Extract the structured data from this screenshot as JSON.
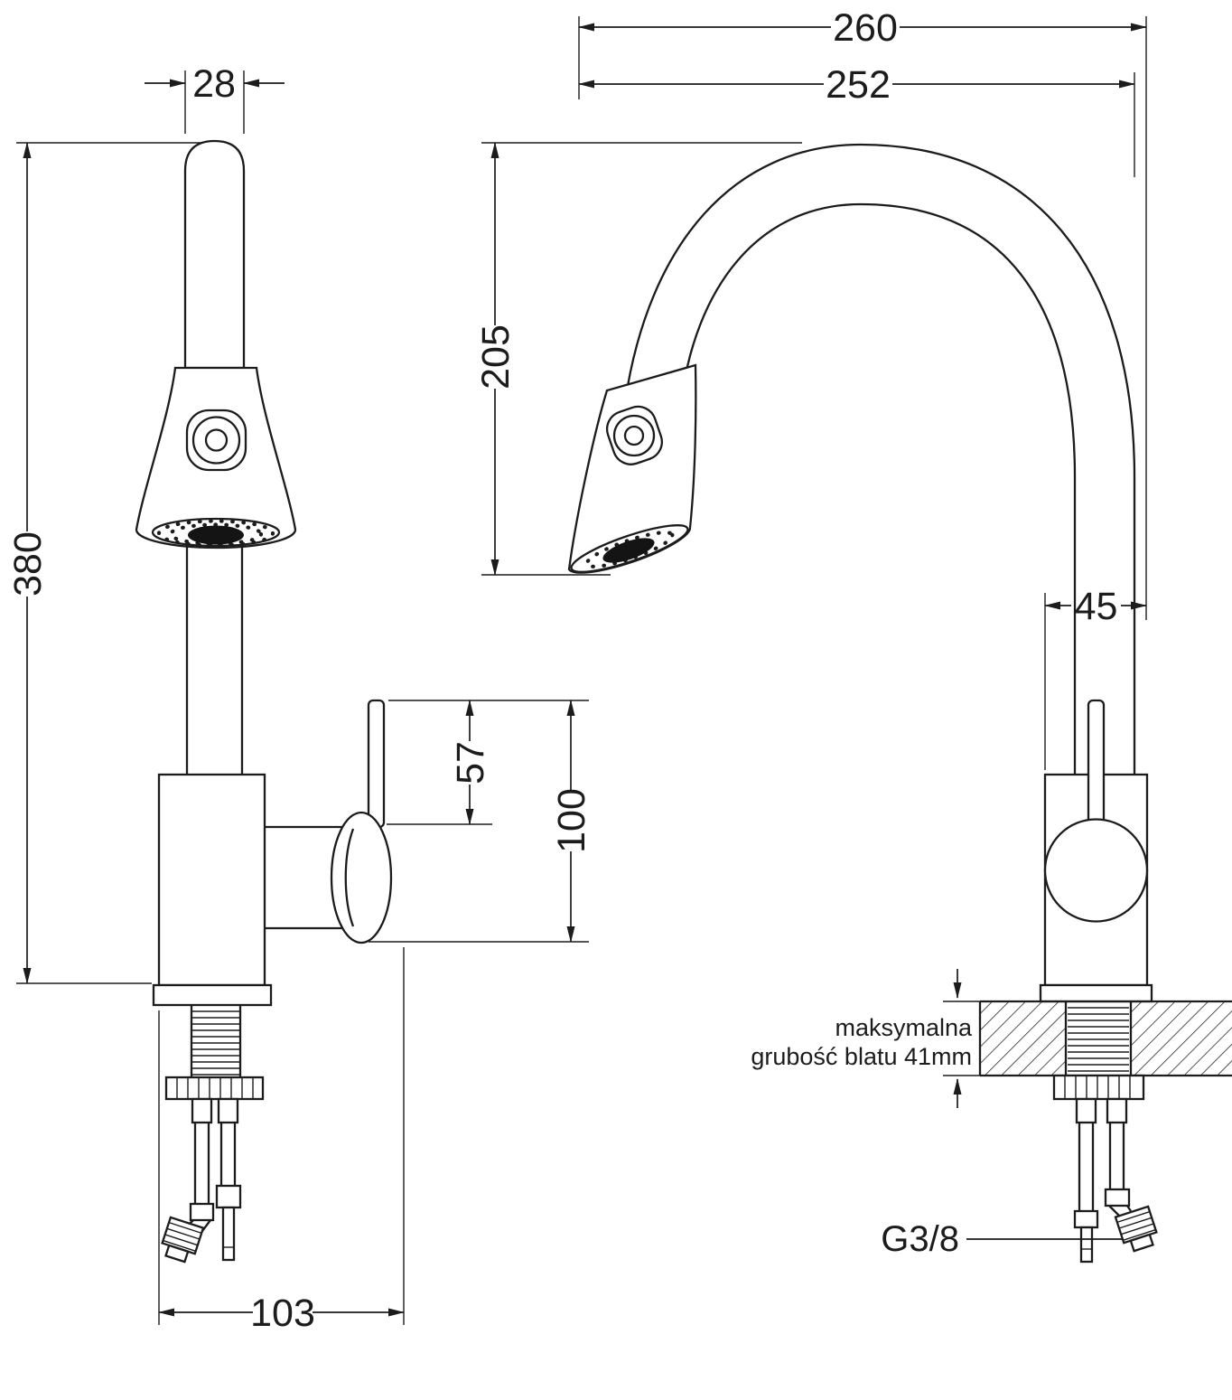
{
  "diagram": {
    "dims": {
      "spout_top_width": "28",
      "total_height": "380",
      "lever_height": "57",
      "handle_assembly_height": "100",
      "base_depth": "103",
      "overall_reach": "260",
      "spout_reach": "252",
      "spout_height": "205",
      "body_width": "45"
    },
    "labels": {
      "countertop_note_line1": "maksymalna",
      "countertop_note_line2": "grubość blatu 41mm",
      "thread_size": "G3/8"
    }
  }
}
